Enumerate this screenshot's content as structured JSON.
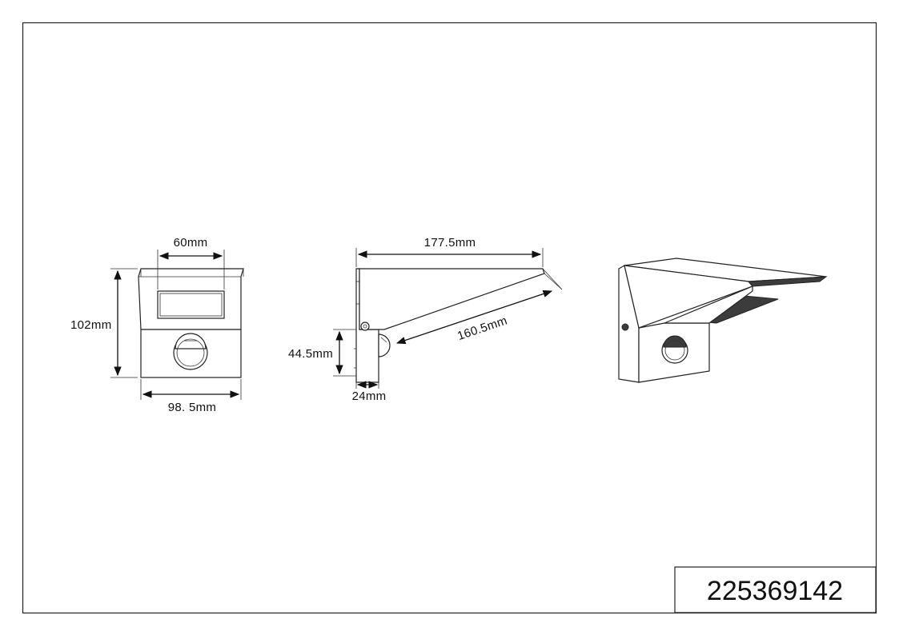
{
  "drawing": {
    "product_code": "225369142",
    "front_view": {
      "width_label": "60mm",
      "height_label": "102mm",
      "base_width_label": "98. 5mm"
    },
    "side_view": {
      "length_label": "177.5mm",
      "arm_label": "160.5mm",
      "mount_height_label": "44.5mm",
      "mount_depth_label": "24mm"
    }
  }
}
